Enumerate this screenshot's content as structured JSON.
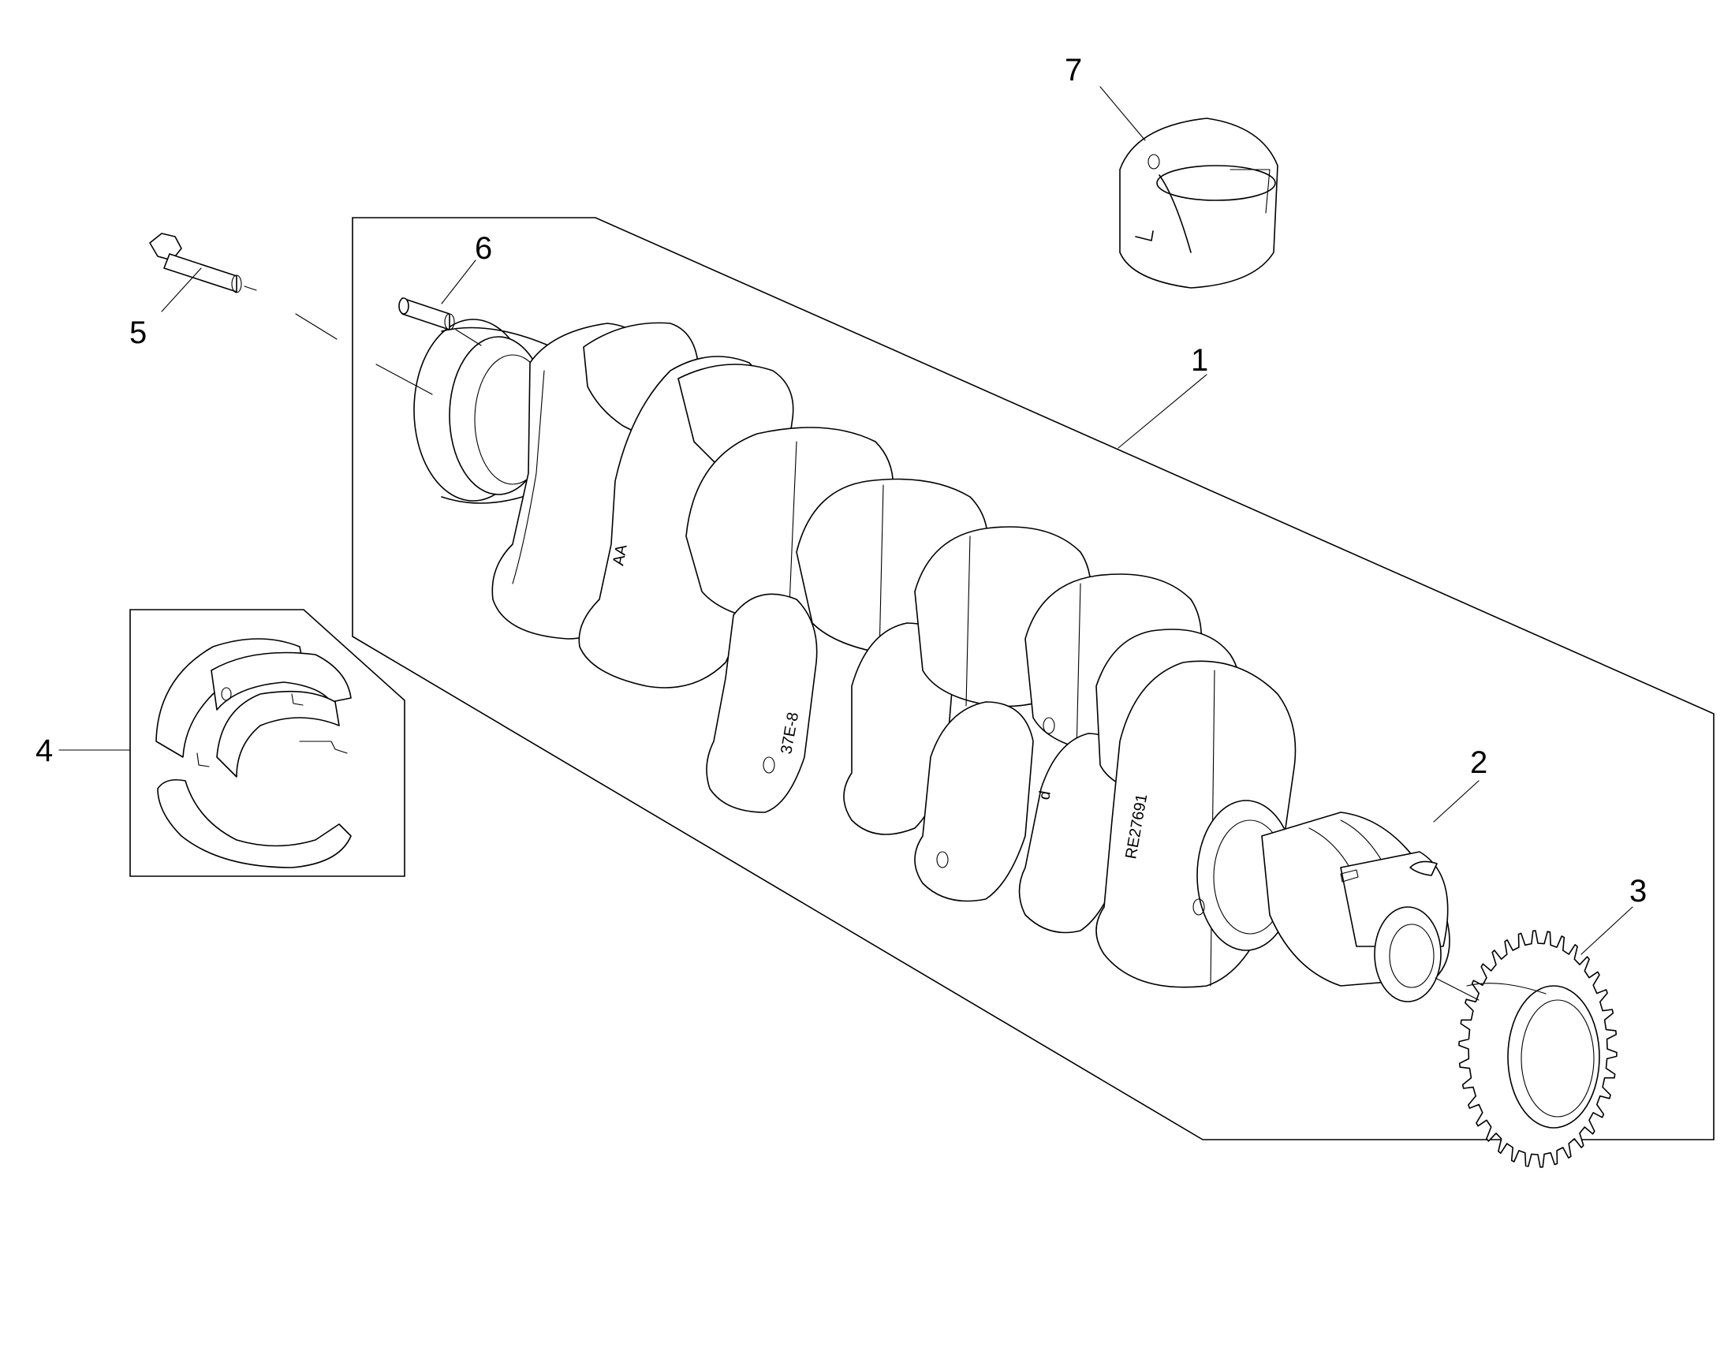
{
  "callouts": {
    "c1": "1",
    "c2": "2",
    "c3": "3",
    "c4": "4",
    "c5": "5",
    "c6": "6",
    "c7": "7"
  },
  "stamps": {
    "s1": "AA",
    "s2": "37E-8",
    "s3": "d",
    "s4": "RE27691"
  }
}
